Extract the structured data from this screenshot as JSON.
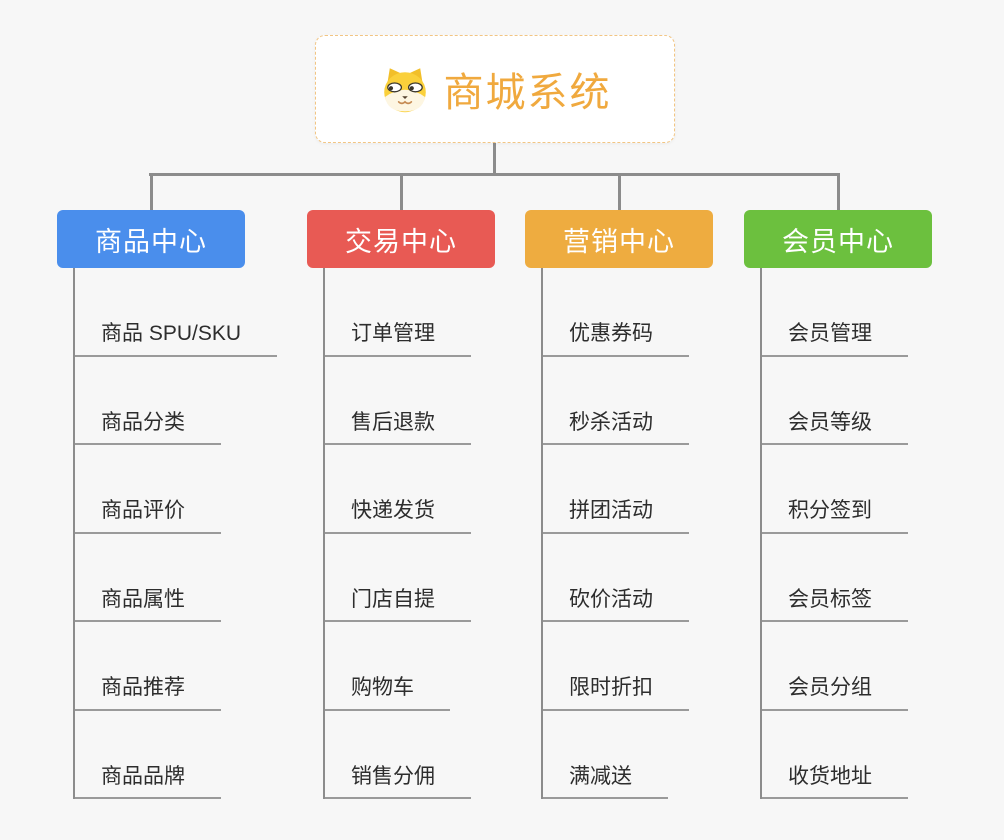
{
  "root": {
    "title": "商城系统",
    "icon": "shiba-dog-icon"
  },
  "branches": [
    {
      "label": "商品中心",
      "color": "#4a8eec",
      "children": [
        "商品 SPU/SKU",
        "商品分类",
        "商品评价",
        "商品属性",
        "商品推荐",
        "商品品牌"
      ]
    },
    {
      "label": "交易中心",
      "color": "#e85a54",
      "children": [
        "订单管理",
        "售后退款",
        "快递发货",
        "门店自提",
        "购物车",
        "销售分佣"
      ]
    },
    {
      "label": "营销中心",
      "color": "#eeac40",
      "children": [
        "优惠券码",
        "秒杀活动",
        "拼团活动",
        "砍价活动",
        "限时折扣",
        "满减送"
      ]
    },
    {
      "label": "会员中心",
      "color": "#6cc03e",
      "children": [
        "会员管理",
        "会员等级",
        "积分签到",
        "会员标签",
        "会员分组",
        "收货地址"
      ]
    }
  ],
  "colors": {
    "background": "#f7f7f7",
    "root_accent": "#f0a93e",
    "root_border": "#f2c583",
    "connector": "#8c8c8c",
    "underline": "#9a9a9a",
    "topic_text": "#2d2d2d"
  }
}
